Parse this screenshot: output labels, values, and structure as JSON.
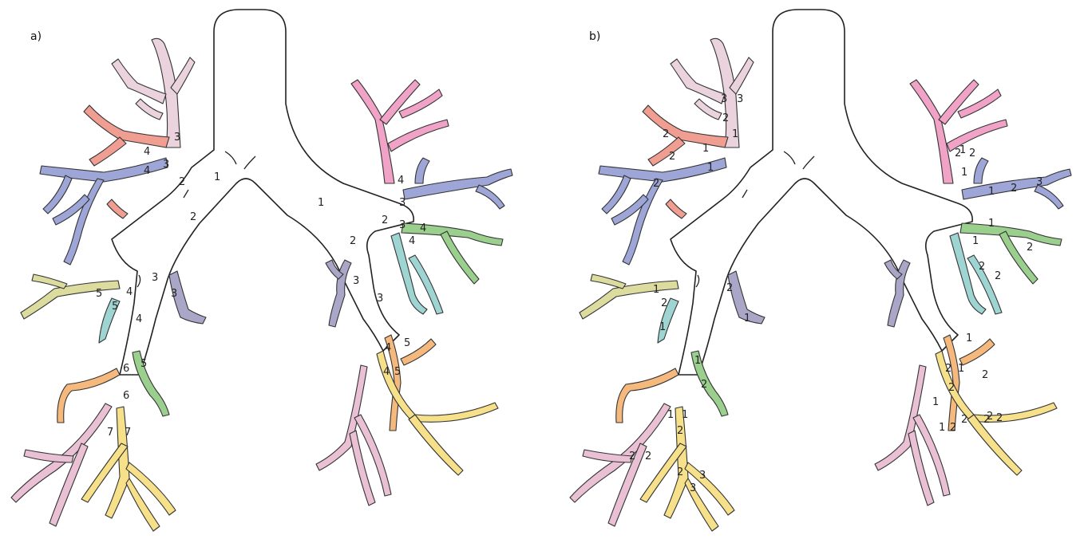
{
  "panels": [
    {
      "label": "a)",
      "labels": [
        "3",
        "4",
        "4",
        "3",
        "2",
        "1",
        "2",
        "1",
        "4",
        "3",
        "2",
        "3",
        "4",
        "4",
        "5",
        "5",
        "4",
        "3",
        "4",
        "3",
        "2",
        "3",
        "3",
        "5",
        "6",
        "6",
        "7",
        "7",
        "4",
        "5",
        "4",
        "5"
      ]
    },
    {
      "label": "b)",
      "labels": [
        "3",
        "3",
        "2",
        "1",
        "2",
        "1",
        "2",
        "1",
        "2",
        "1",
        "2",
        "2",
        "1",
        "2",
        "3",
        "1",
        "2",
        "1",
        "2",
        "2",
        "1",
        "1",
        "2",
        "1",
        "2",
        "1",
        "1",
        "2",
        "2",
        "1",
        "1",
        "2",
        "2",
        "2",
        "2",
        "2",
        "1",
        "1",
        "2",
        "2",
        "2",
        "3",
        "3",
        "1",
        "1",
        "2",
        "2",
        "2"
      ]
    }
  ],
  "colors": {
    "apical": "#ead3dc",
    "posterior": "#ef9e91",
    "anterior": "#9da6d6",
    "lateral_ml": "#dcdc9e",
    "medial_ml": "#9ed4d1",
    "superior_ll": "#a9a6c7",
    "medial_basal": "#f5b97d",
    "anterior_basal": "#9bcf8e",
    "lateral_basal": "#f6e08a",
    "posterior_basal": "#e9c0d4",
    "apicoposterior": "#f0a3c6",
    "lingula_sup": "#a6dfb8"
  }
}
